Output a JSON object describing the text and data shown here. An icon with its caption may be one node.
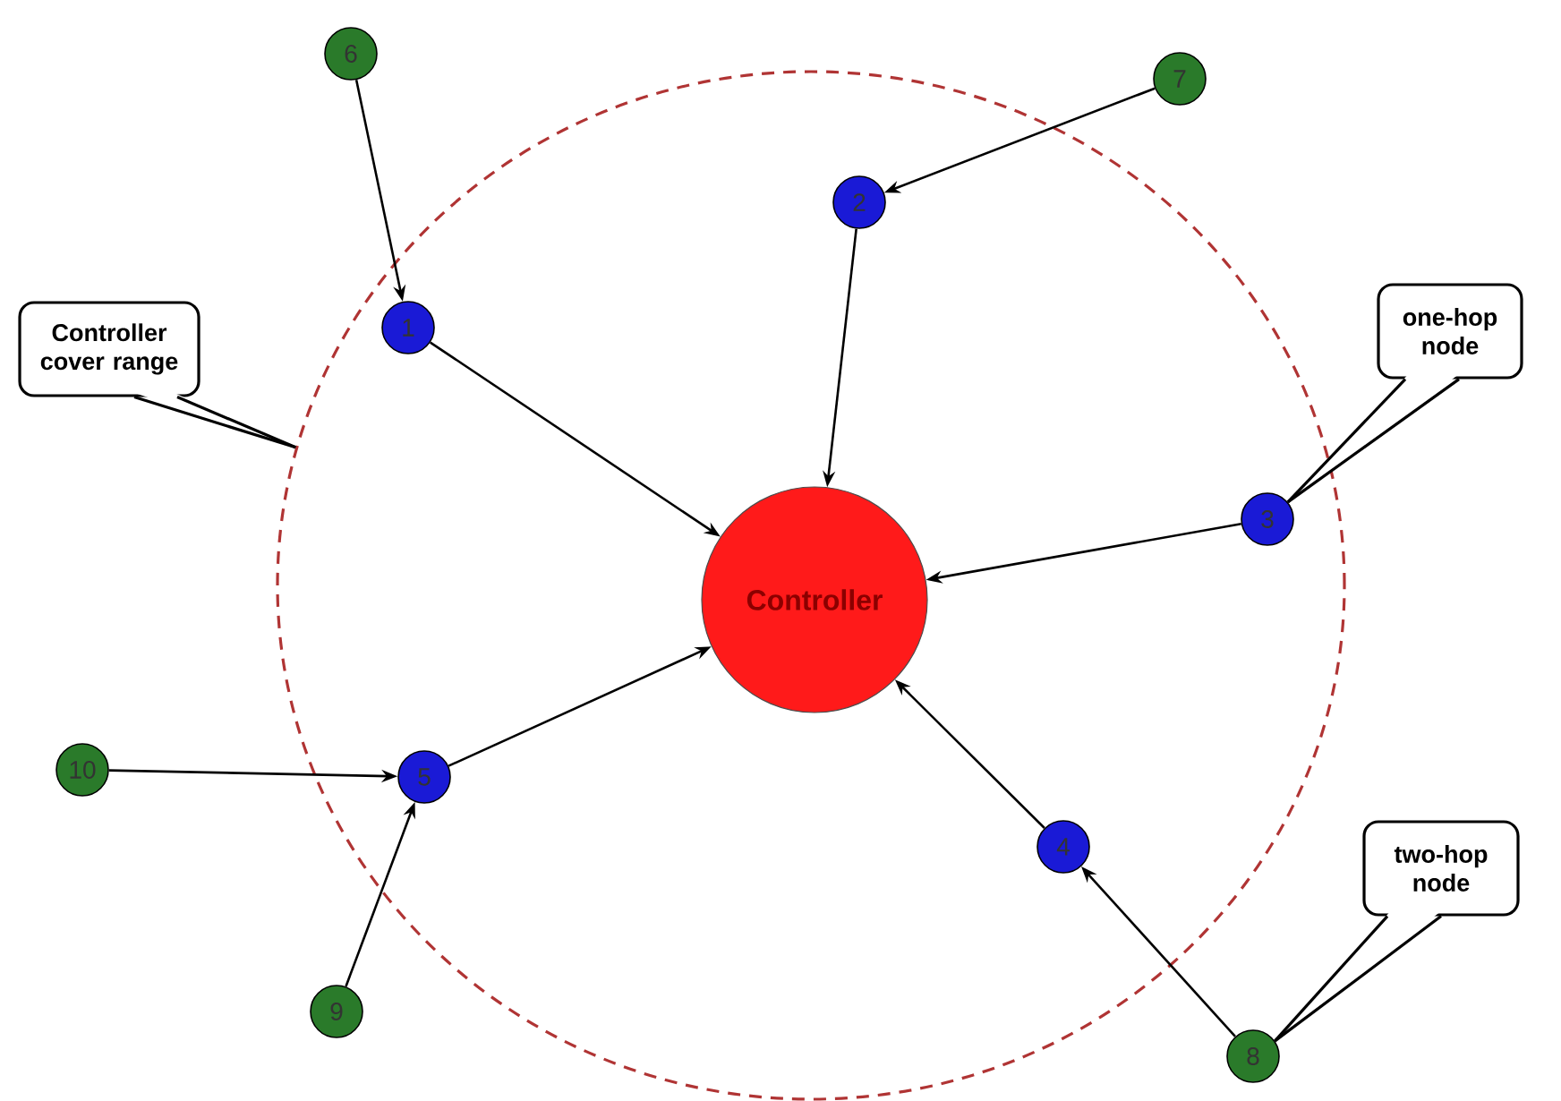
{
  "diagram": {
    "nodes": [
      {
        "text": [],
        "shape": "circle"
      },
      {
        "text": [
          "Controller"
        ],
        "in": 0
      },
      {
        "text": [
          "1"
        ],
        "in": 0
      },
      {
        "text": [
          "2"
        ],
        "in": 0
      },
      {
        "text": [
          "3"
        ],
        "in": 0
      },
      {
        "text": [
          "4"
        ],
        "in": 0
      },
      {
        "text": [
          "5"
        ],
        "in": 0
      },
      {
        "text": [
          "6"
        ]
      },
      {
        "text": [
          "7"
        ]
      },
      {
        "text": [
          "8"
        ]
      },
      {
        "text": [
          "9"
        ]
      },
      {
        "text": [
          "10"
        ]
      },
      {
        "text": [
          "Controller cover range"
        ]
      },
      {
        "text": [
          "one-hop node"
        ]
      },
      {
        "text": [
          "two-hop node"
        ]
      }
    ],
    "edges": [
      {
        "from": 7,
        "to": 2,
        "arrow": "to"
      },
      {
        "from": 8,
        "to": 3,
        "arrow": "to"
      },
      {
        "from": 2,
        "to": 1,
        "arrow": "to"
      },
      {
        "from": 3,
        "to": 1,
        "arrow": "to"
      },
      {
        "from": 4,
        "to": 1,
        "arrow": "to"
      },
      {
        "from": 5,
        "to": 1,
        "arrow": "to"
      },
      {
        "from": 6,
        "to": 1,
        "arrow": "to"
      },
      {
        "from": 11,
        "to": 6,
        "arrow": "to"
      },
      {
        "from": 10,
        "to": 6,
        "arrow": "to"
      },
      {
        "from": 9,
        "to": 5,
        "arrow": "to"
      },
      {
        "from": 12,
        "to": 0,
        "arrow": "none"
      },
      {
        "from": 13,
        "to": 4,
        "arrow": "none"
      },
      {
        "from": 14,
        "to": 9,
        "arrow": "none"
      }
    ]
  }
}
